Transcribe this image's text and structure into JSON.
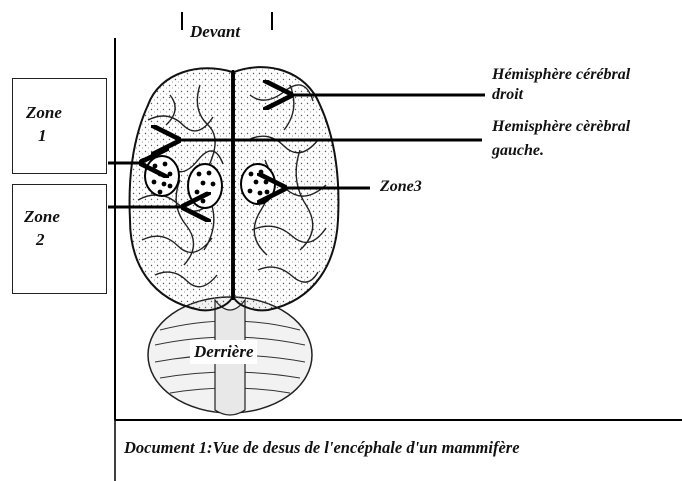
{
  "labels": {
    "front": "Devant",
    "back": "Derrière",
    "right_hemisphere_l1": "Hémisphère cérébral",
    "right_hemisphere_l2": "droit",
    "left_hemisphere_l1": "Hemisphère cèrèbral",
    "left_hemisphere_l2": "gauche.",
    "zone3": "Zone3"
  },
  "boxes": {
    "zone1_l1": "Zone",
    "zone1_l2": "1",
    "zone2_l1": "Zone",
    "zone2_l2": "2"
  },
  "caption": "Document 1:Vue de desus de l'encéphale d'un mammifère"
}
